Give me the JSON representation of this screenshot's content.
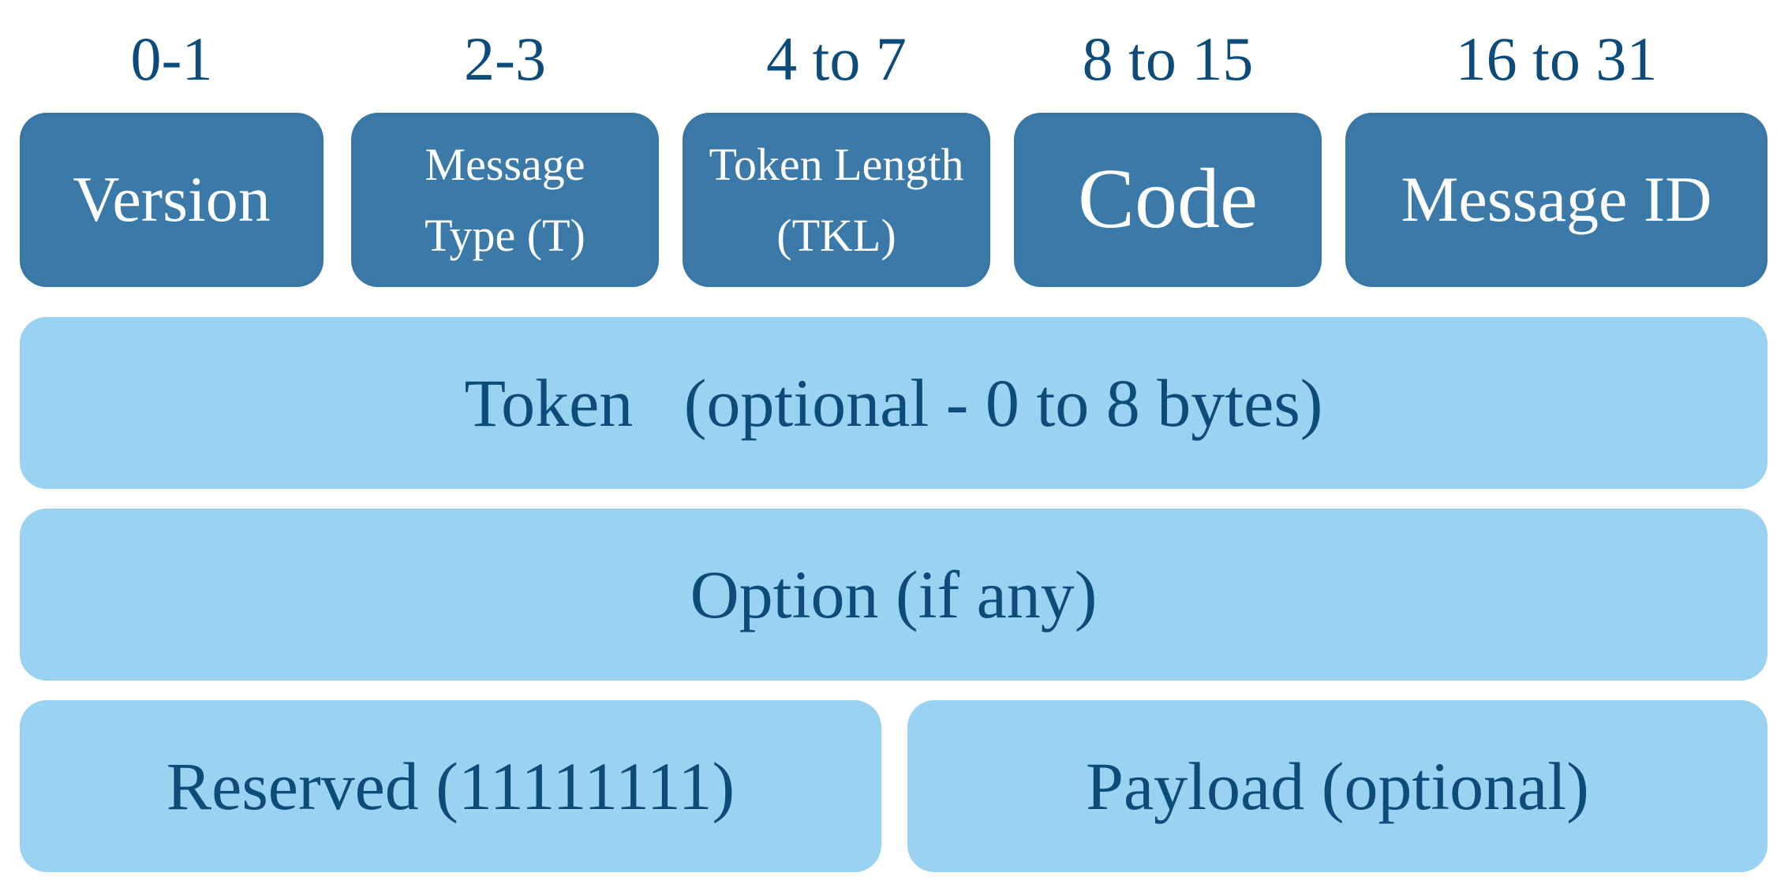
{
  "bit_ranges": [
    "0-1",
    "2-3",
    "4 to 7",
    "8 to 15",
    "16 to 31"
  ],
  "header_fields": {
    "version": "Version",
    "message_type": "Message\nType (T)",
    "token_length": "Token Length\n(TKL)",
    "code": "Code",
    "message_id": "Message ID"
  },
  "body_fields": {
    "token": "Token   (optional - 0 to 8 bytes)",
    "option": "Option (if any)",
    "reserved": "Reserved (11111111)",
    "payload": "Payload (optional)"
  },
  "colors": {
    "header_fill": "#3a79a8",
    "body_fill": "#9ad3f1",
    "label_text": "#0d4b7a",
    "header_text": "#ffffff"
  }
}
